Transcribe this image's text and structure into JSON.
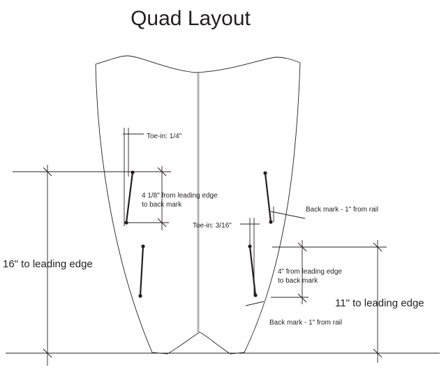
{
  "title": "Quad Layout",
  "labels": {
    "toe_in_front": "Toe-in: 1/4\"",
    "front_back_mark_line1": "4 1/8\" from leading edge",
    "front_back_mark_line2": "to back mark",
    "back_mark_upper": "Back mark - 1\" from rail",
    "toe_in_rear": "Toe-in: 3/16\"",
    "rear_back_mark_line1": "4\" from leading edge",
    "rear_back_mark_line2": "to back mark",
    "back_mark_lower": "Back mark - 1\" from rail",
    "front_leading_edge": "16\" to leading edge",
    "rear_leading_edge": "11\" to leading edge"
  },
  "colors": {
    "ink": "#231f20",
    "stringer": "#b3b3b3",
    "background": "#ffffff"
  }
}
